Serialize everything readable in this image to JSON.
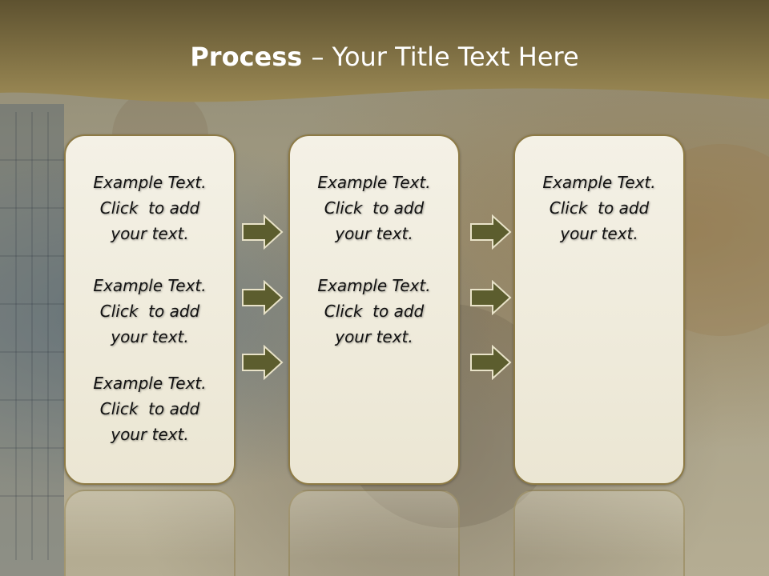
{
  "slide": {
    "title_bold": "Process ",
    "title_rest": " – Your Title Text Here",
    "columns": [
      {
        "blocks": [
          {
            "line1": "Example Text.",
            "line2": "Click  to add",
            "line3": "your text."
          },
          {
            "line1": "Example Text.",
            "line2": "Click  to add",
            "line3": "your text."
          },
          {
            "line1": "Example Text.",
            "line2": "Click  to add",
            "line3": "your text."
          }
        ]
      },
      {
        "blocks": [
          {
            "line1": "Example Text.",
            "line2": "Click  to add",
            "line3": "your text."
          },
          {
            "line1": "Example Text.",
            "line2": "Click  to add",
            "line3": "your text."
          }
        ]
      },
      {
        "blocks": [
          {
            "line1": "Example Text.",
            "line2": "Click  to add",
            "line3": "your text."
          }
        ]
      }
    ]
  },
  "colors": {
    "header_band": "#7a6a3e",
    "panel_border": "#8d7a45",
    "panel_fill": "#f2efe3",
    "arrow_fill": "#5c5d2e",
    "arrow_stroke": "#e8e2c8"
  }
}
